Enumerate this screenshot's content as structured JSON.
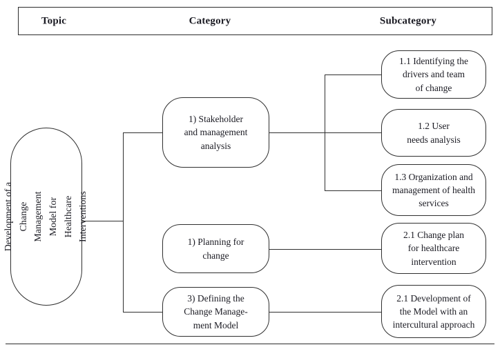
{
  "header": {
    "topic_label": "Topic",
    "category_label": "Category",
    "subcategory_label": "Subcategory"
  },
  "topic": {
    "label": "Development of a Change\nManagement Model for\nHealthcare Interventions"
  },
  "categories": [
    {
      "label": "1) Stakeholder\nand management\nanalysis",
      "subcategories": [
        {
          "label": "1.1 Identifying the\ndrivers and team\nof change"
        },
        {
          "label": "1.2 User\nneeds analysis"
        },
        {
          "label": "1.3 Organization and\nmanagement of health\nservices"
        }
      ]
    },
    {
      "label": "1) Planning for\nchange",
      "subcategories": [
        {
          "label": "2.1 Change plan\nfor healthcare\nintervention"
        }
      ]
    },
    {
      "label": "3) Defining the\nChange Manage-\nment Model",
      "subcategories": [
        {
          "label": "2.1 Development of\nthe Model with an\nintercultural approach"
        }
      ]
    }
  ],
  "colors": {
    "line": "#2e2e2e",
    "text": "#1a1a22",
    "background": "#ffffff"
  }
}
